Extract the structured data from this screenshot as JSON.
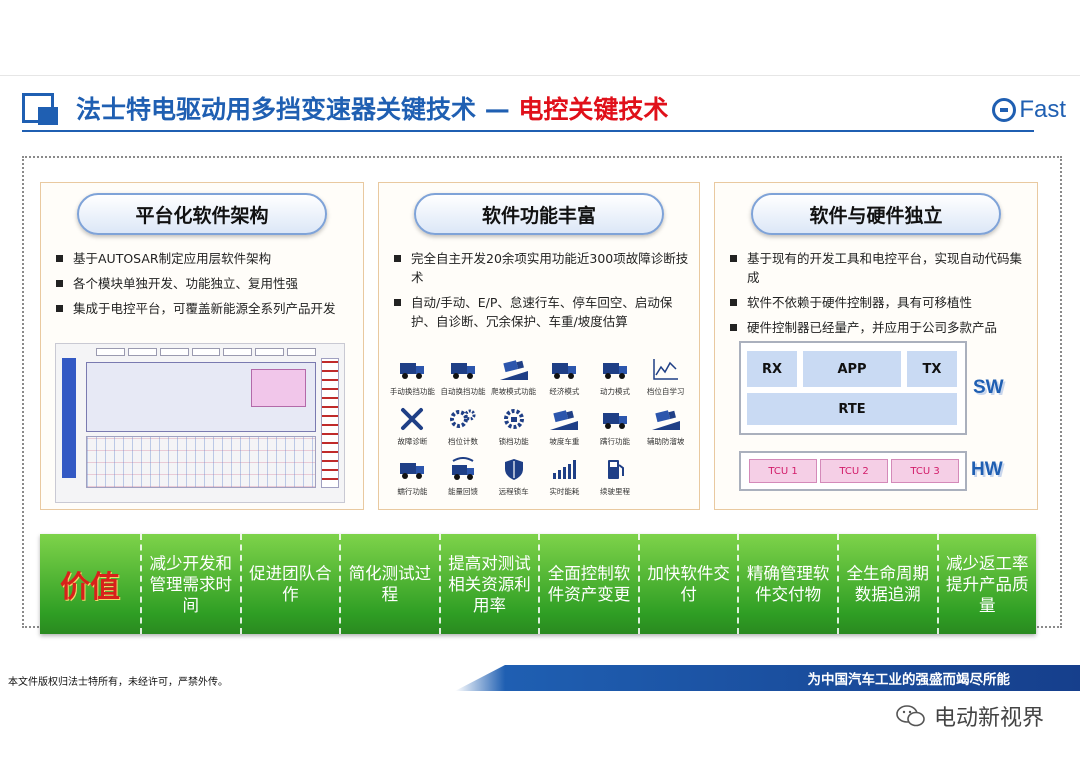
{
  "header": {
    "title_main": "法士特电驱动用多挡变速器关键技术 — ",
    "title_accent": "电控关键技术",
    "brand": "Fast"
  },
  "panels": [
    {
      "title": "平台化软件架构",
      "bullets": [
        "基于AUTOSAR制定应用层软件架构",
        "各个模块单独开发、功能独立、复用性强",
        "集成于电控平台，可覆盖新能源全系列产品开发"
      ]
    },
    {
      "title": "软件功能丰富",
      "bullets": [
        "完全自主开发20余项实用功能近300项故障诊断技术",
        "自动/手动、E/P、怠速行车、停车回空、启动保护、自诊断、冗余保护、车重/坡度估算"
      ],
      "icons": [
        {
          "label": "手动换挡功能",
          "icon": "truck-icon"
        },
        {
          "label": "自动换挡功能",
          "icon": "truck-icon"
        },
        {
          "label": "爬坡模式功能",
          "icon": "truck-slope-icon"
        },
        {
          "label": "经济模式",
          "icon": "truck-icon"
        },
        {
          "label": "动力模式",
          "icon": "truck-icon"
        },
        {
          "label": "档位自学习",
          "icon": "chart-line-icon"
        },
        {
          "label": "故障诊断",
          "icon": "wrench-icon"
        },
        {
          "label": "档位计数",
          "icon": "gears-icon"
        },
        {
          "label": "锁档功能",
          "icon": "gear-lock-icon"
        },
        {
          "label": "坡度车重",
          "icon": "truck-slope-icon"
        },
        {
          "label": "蹒行功能",
          "icon": "truck-icon"
        },
        {
          "label": "辅助防溜坡",
          "icon": "truck-slope-icon"
        },
        {
          "label": "蠕行功能",
          "icon": "truck-icon"
        },
        {
          "label": "能量回馈",
          "icon": "truck-energy-icon"
        },
        {
          "label": "远程锁车",
          "icon": "shield-icon"
        },
        {
          "label": "实时能耗",
          "icon": "bar-chart-icon"
        },
        {
          "label": "续驶里程",
          "icon": "fuel-pump-icon"
        }
      ]
    },
    {
      "title": "软件与硬件独立",
      "bullets": [
        "基于现有的开发工具和电控平台，实现自动代码集成",
        "软件不依赖于硬件控制器，具有可移植性",
        "硬件控制器已经量产，并应用于公司多款产品"
      ],
      "sw_blocks": {
        "rx": "RX",
        "app": "APP",
        "tx": "TX",
        "rte": "RTE"
      },
      "hw_blocks": [
        "TCU 1",
        "TCU 2",
        "TCU 3"
      ],
      "sw_label": "SW",
      "hw_label": "HW"
    }
  ],
  "value_bar": {
    "head": "价值",
    "items": [
      "减少开发和管理需求时间",
      "促进团队合作",
      "简化测试过程",
      "提高对测试相关资源利用率",
      "全面控制软件资产变更",
      "加快软件交付",
      "精确管理软件交付物",
      "全生命周期数据追溯",
      "减少返工率提升产品质量"
    ]
  },
  "footer": {
    "copyright": "本文件版权归法士特所有，未经许可，严禁外传。",
    "slogan": "为中国汽车工业的强盛而竭尽所能"
  },
  "watermark": {
    "channel": "电动新视界"
  },
  "colors": {
    "brand_blue": "#1f5fb2",
    "accent_red": "#e0101a",
    "value_green": "#2f9e24"
  }
}
